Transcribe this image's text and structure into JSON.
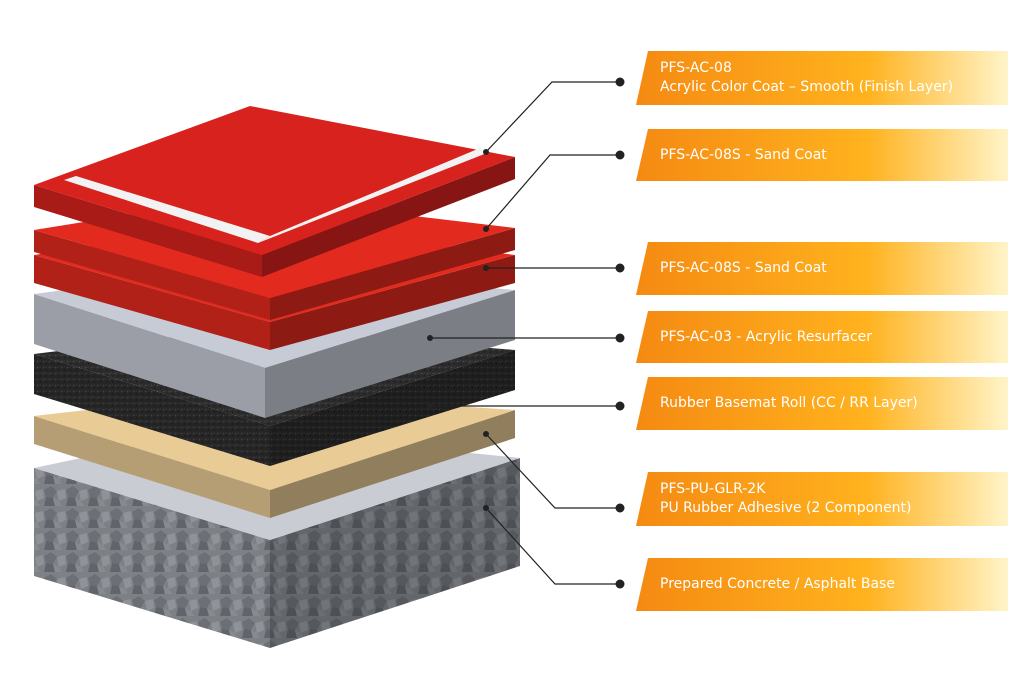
{
  "colors": {
    "label_gradient_start": "#f58a12",
    "label_gradient_mid": "#ffb21e",
    "label_gradient_end": "#fff4c8",
    "label_text": "#ffffff",
    "leader_line": "#222222",
    "finish_layer": "#d8221e",
    "court_line": "#f2f2f2",
    "sand_coat": "#e32a1f",
    "resurfacer": "#c7cbd6",
    "basemat": "#2b2b2b",
    "adhesive": "#e8cb95",
    "concrete_base": "#8f9399"
  },
  "layers": [
    {
      "id": "finish",
      "lines": [
        "PFS-AC-08",
        "Acrylic Color Coat – Smooth (Finish Layer)"
      ],
      "icon": "dot-marker"
    },
    {
      "id": "sand-coat-1",
      "lines": [
        "PFS-AC-08S - Sand Coat"
      ],
      "icon": "dot-marker"
    },
    {
      "id": "sand-coat-2",
      "lines": [
        "PFS-AC-08S - Sand Coat"
      ],
      "icon": "dot-marker"
    },
    {
      "id": "resurfacer",
      "lines": [
        "PFS-AC-03 - Acrylic Resurfacer"
      ],
      "icon": "dot-marker"
    },
    {
      "id": "basemat",
      "lines": [
        "Rubber Basemat Roll (CC / RR Layer)"
      ],
      "icon": "dot-marker"
    },
    {
      "id": "adhesive",
      "lines": [
        "PFS-PU-GLR-2K",
        "PU Rubber Adhesive (2 Component)"
      ],
      "icon": "dot-marker"
    },
    {
      "id": "base",
      "lines": [
        "Prepared Concrete / Asphalt Base"
      ],
      "icon": "dot-marker"
    }
  ]
}
